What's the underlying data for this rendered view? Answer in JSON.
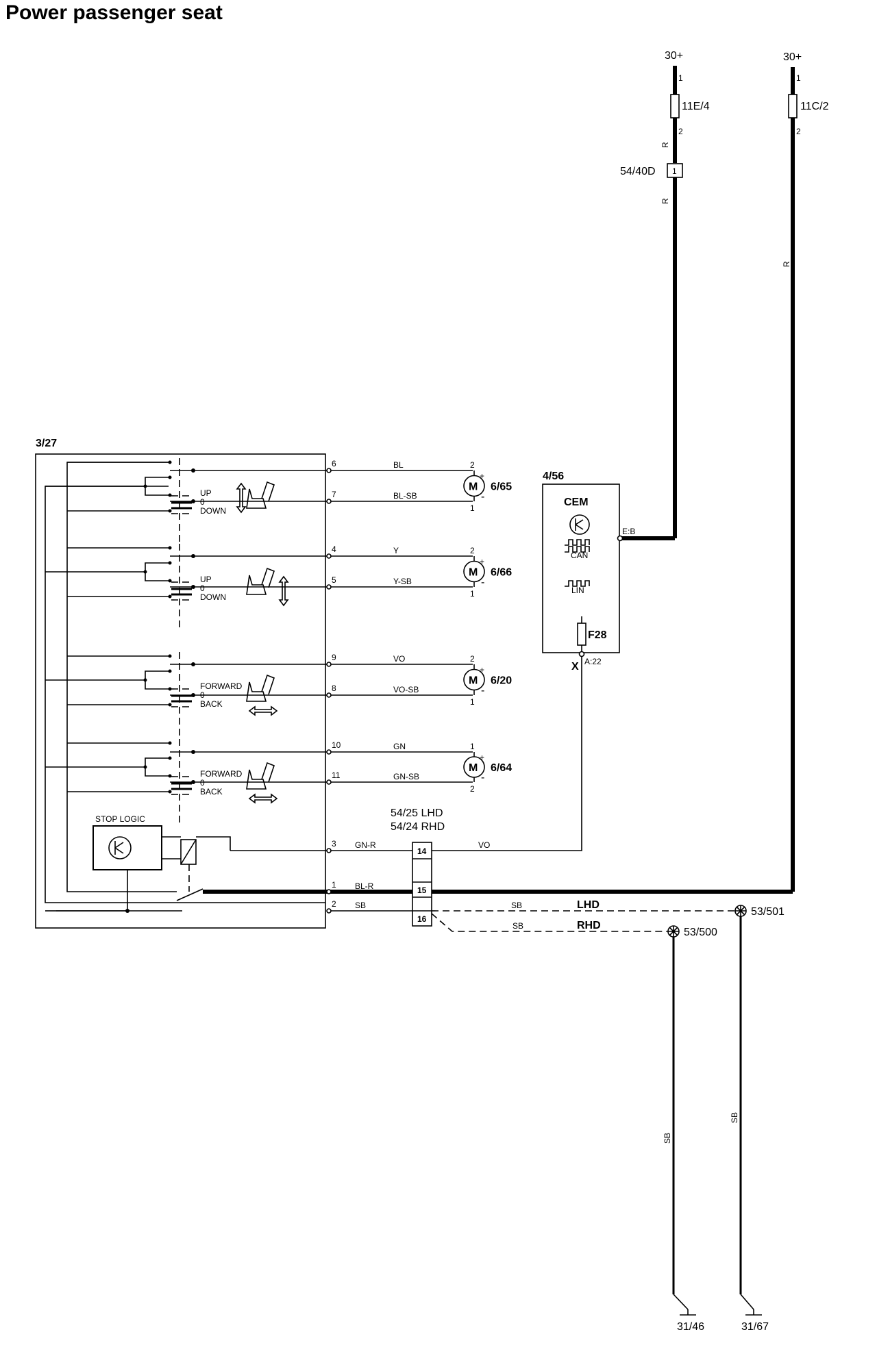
{
  "title": "Power passenger seat",
  "supply": {
    "left": {
      "terminal": "30+",
      "fuse": "11E/4",
      "pin_top": "1",
      "pin_bottom": "2"
    },
    "right": {
      "terminal": "30+",
      "fuse": "11C/2",
      "pin_top": "1",
      "pin_bottom": "2"
    },
    "connector": {
      "name": "54/40D",
      "pin": "1"
    },
    "wire_color": "R"
  },
  "module": {
    "id": "3/27",
    "stop_logic": "STOP LOGIC"
  },
  "switches": [
    {
      "pos1": "UP",
      "pos0": "0",
      "pos2": "DOWN"
    },
    {
      "pos1": "UP",
      "pos0": "0",
      "pos2": "DOWN"
    },
    {
      "pos1": "FORWARD",
      "pos0": "0",
      "pos2": "BACK"
    },
    {
      "pos1": "FORWARD",
      "pos0": "0",
      "pos2": "BACK"
    }
  ],
  "motor_symbol": "M",
  "motors": [
    {
      "id": "6/65",
      "pin_top": "2",
      "pin_bottom": "1",
      "sign_top": "+",
      "sign_bottom": "-"
    },
    {
      "id": "6/66",
      "pin_top": "2",
      "pin_bottom": "1",
      "sign_top": "+",
      "sign_bottom": "-"
    },
    {
      "id": "6/20",
      "pin_top": "2",
      "pin_bottom": "1",
      "sign_top": "+",
      "sign_bottom": "-"
    },
    {
      "id": "6/64",
      "pin_top": "1",
      "pin_bottom": "2",
      "sign_top": "+",
      "sign_bottom": "-"
    }
  ],
  "wires": [
    {
      "pin": "6",
      "color": "BL"
    },
    {
      "pin": "7",
      "color": "BL-SB"
    },
    {
      "pin": "4",
      "color": "Y"
    },
    {
      "pin": "5",
      "color": "Y-SB"
    },
    {
      "pin": "9",
      "color": "VO"
    },
    {
      "pin": "8",
      "color": "VO-SB"
    },
    {
      "pin": "10",
      "color": "GN"
    },
    {
      "pin": "11",
      "color": "GN-SB"
    },
    {
      "pin": "3",
      "color": "GN-R"
    },
    {
      "pin": "1",
      "color": "BL-R"
    },
    {
      "pin": "2",
      "color": "SB"
    }
  ],
  "cem": {
    "id": "4/56",
    "name": "CEM",
    "can": "CAN",
    "lin": "LIN",
    "fuse": "F28",
    "pin_eb": "E:B",
    "pin_a22": "A:22",
    "x_mark": "X"
  },
  "splice": {
    "lhd": "54/25 LHD",
    "rhd": "54/24 RHD",
    "pins": [
      "14",
      "15",
      "16"
    ],
    "vo": "VO"
  },
  "ground": {
    "lhd_label": "LHD",
    "rhd_label": "RHD",
    "wire": "SB",
    "points": [
      {
        "splice": "53/501",
        "terminal": "31/67"
      },
      {
        "splice": "53/500",
        "terminal": "31/46"
      }
    ]
  }
}
